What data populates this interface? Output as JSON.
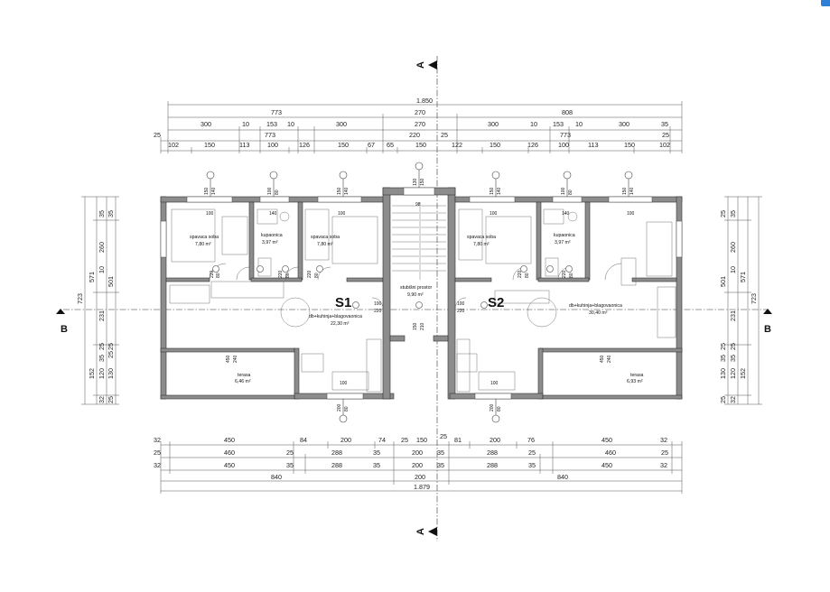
{
  "plan": {
    "units": {
      "s1": "S1",
      "s2": "S2"
    },
    "sections": {
      "a": "A",
      "b": "B"
    },
    "rooms": {
      "s1_bed_left": {
        "name": "spavaca soba",
        "area": "7,80 m²"
      },
      "s1_bath": {
        "name": "kupaonica",
        "area": "3,97 m²"
      },
      "s1_bed_right": {
        "name": "spavaca soba",
        "area": "7,80 m²"
      },
      "s1_living": {
        "name": "db+kuhinja+blagovaonica",
        "area": "22,30 m²"
      },
      "s1_terrace": {
        "name": "terasa",
        "area": "6,46 m²"
      },
      "stair": {
        "name": "stubišni prostor",
        "area": "9,90 m²"
      },
      "s2_bed": {
        "name": "spavaca soba",
        "area": "7,80 m²"
      },
      "s2_bath": {
        "name": "kupaonica",
        "area": "3,97 m²"
      },
      "s2_living": {
        "name": "db+kuhinja+blagovaonica",
        "area": "30,40 m²"
      },
      "s2_terrace": {
        "name": "terasa",
        "area": "6,93 m²"
      }
    },
    "top_dims": {
      "total": "1.850",
      "r2": [
        "773",
        "270",
        "808"
      ],
      "r3": [
        "300",
        "10",
        "153",
        "10",
        "300",
        "270",
        "300",
        "10",
        "153",
        "10",
        "300",
        "35"
      ],
      "r4": [
        "25",
        "773",
        "220",
        "25",
        "773",
        "25"
      ],
      "r5": [
        "102",
        "150",
        "113",
        "100",
        "126",
        "150",
        "67",
        "65",
        "150",
        "122",
        "150",
        "126",
        "100",
        "113",
        "150",
        "102"
      ]
    },
    "bottom_dims": {
      "r0": [
        "25"
      ],
      "r1": [
        "32",
        "450",
        "84",
        "200",
        "74",
        "25",
        "150",
        "81",
        "200",
        "76",
        "450",
        "32"
      ],
      "r2": [
        "25",
        "460",
        "25",
        "288",
        "35",
        "200",
        "35",
        "288",
        "25",
        "460",
        "25"
      ],
      "r3": [
        "32",
        "450",
        "35",
        "288",
        "35",
        "200",
        "35",
        "288",
        "35",
        "450",
        "32"
      ],
      "r4": [
        "840",
        "200",
        "840"
      ],
      "total": "1.879"
    },
    "left_dims": {
      "outer": [
        "723"
      ],
      "mid": [
        "571"
      ],
      "inner": [
        "260",
        "231",
        "152"
      ],
      "detail": [
        "35",
        "10",
        "501",
        "35",
        "120",
        "130",
        "25",
        "25"
      ],
      "detail2": [
        "35",
        "25",
        "32",
        "25"
      ]
    },
    "right_dims": {
      "outer": [
        "723"
      ],
      "mid": [
        "571"
      ],
      "inner": [
        "260",
        "231",
        "152"
      ],
      "detail": [
        "25",
        "35",
        "10",
        "501",
        "25",
        "130",
        "120",
        "35"
      ],
      "detail2": [
        "25",
        "32",
        "25",
        "35"
      ]
    },
    "openings": {
      "w1": [
        "150",
        "140"
      ],
      "w2": [
        "100",
        "80"
      ],
      "w3": [
        "150",
        "140"
      ],
      "w4": [
        "130",
        "150"
      ],
      "w5": [
        "150",
        "140"
      ],
      "w6": [
        "100",
        "80"
      ],
      "w7": [
        "150",
        "140"
      ],
      "b1": [
        "200",
        "80"
      ],
      "b2": [
        "200",
        "80"
      ],
      "st1": [
        "150",
        "210"
      ],
      "st2": [
        "100",
        "220"
      ],
      "st3": [
        "100",
        "220"
      ]
    },
    "door_labels": [
      "220",
      "80",
      "220",
      "80",
      "220",
      "80",
      "220",
      "80",
      "220",
      "80"
    ],
    "wall_labels": [
      "100",
      "140",
      "100",
      "98",
      "100",
      "140",
      "100",
      "450",
      "240",
      "450",
      "240",
      "100",
      "100"
    ]
  }
}
